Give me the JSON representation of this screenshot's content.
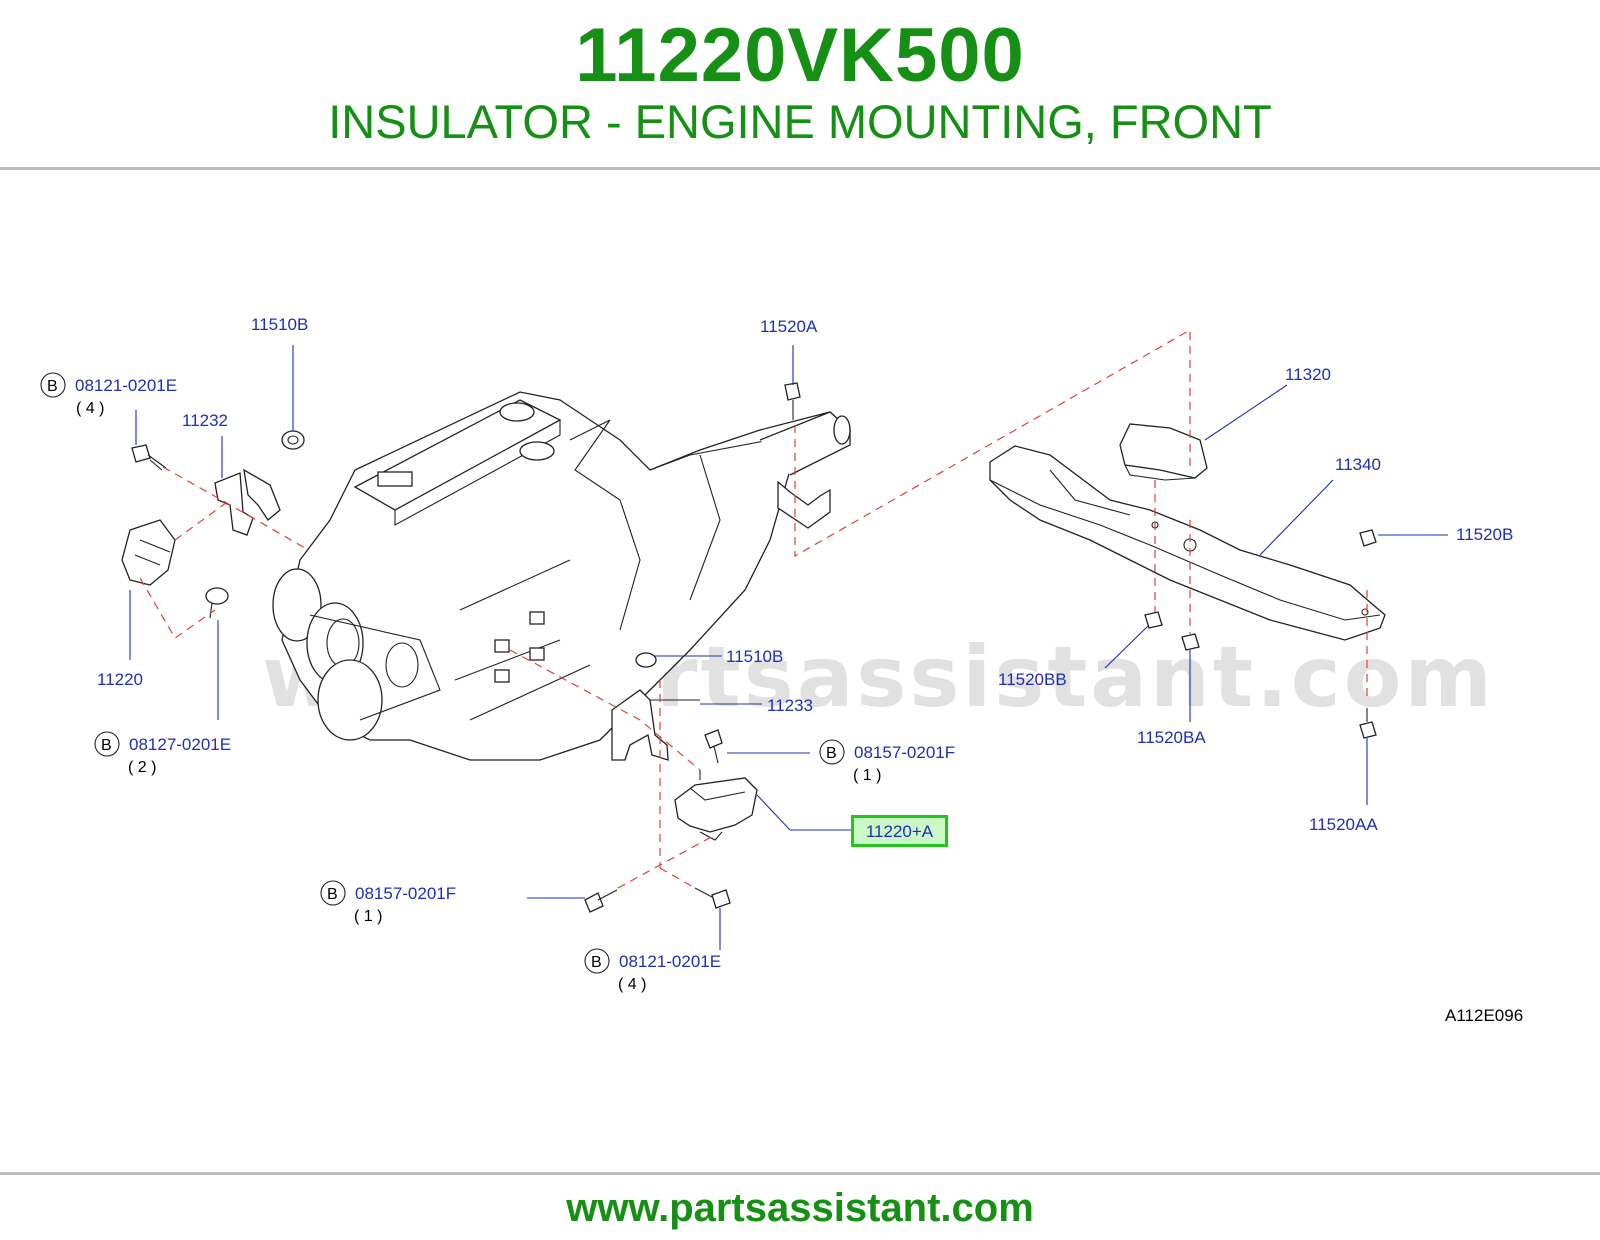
{
  "header": {
    "part_number": "11220VK500",
    "description": "INSULATOR - ENGINE MOUNTING, FRONT"
  },
  "watermark": "www.partsassistant.com",
  "footer": {
    "url": "www.partsassistant.com"
  },
  "diagram_code": "A112E096",
  "highlight": {
    "label": "11220+A"
  },
  "callouts": {
    "c11510B_top": "11510B",
    "c11520A": "11520A",
    "c11320": "11320",
    "c11340": "11340",
    "c11520B": "11520B",
    "c11232": "11232",
    "c11220": "11220",
    "c11510B_mid": "11510B",
    "c11233": "11233",
    "c11520BB": "11520BB",
    "c11520BA": "11520BA",
    "c11520AA": "11520AA",
    "b1": {
      "mark": "B",
      "code": "08121-0201E",
      "qty": "( 4 )"
    },
    "b2": {
      "mark": "B",
      "code": "08127-0201E",
      "qty": "( 2 )"
    },
    "b3": {
      "mark": "B",
      "code": "08157-0201F",
      "qty": "( 1 )"
    },
    "b4": {
      "mark": "B",
      "code": "08157-0201F",
      "qty": "( 1 )"
    },
    "b5": {
      "mark": "B",
      "code": "08121-0201E",
      "qty": "( 4 )"
    }
  }
}
